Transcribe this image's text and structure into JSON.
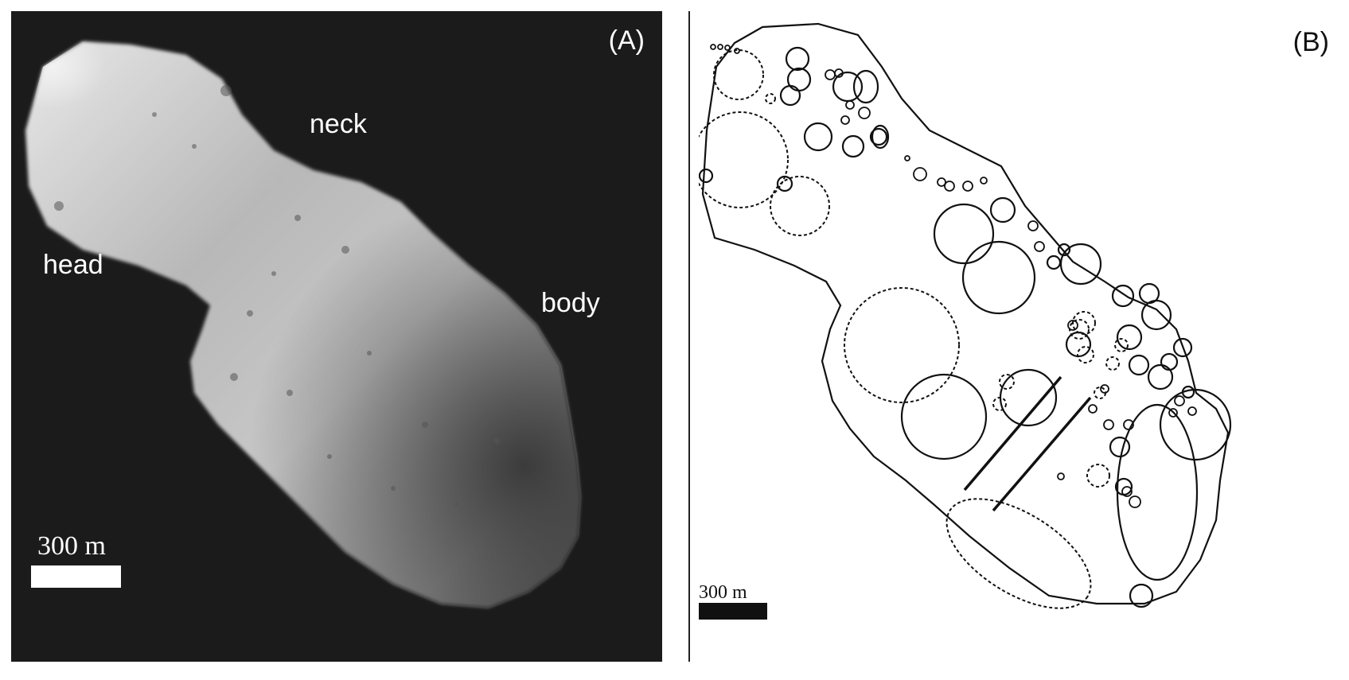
{
  "panel_a": {
    "letter": "(A)",
    "labels": {
      "head": "head",
      "neck": "neck",
      "body": "body"
    },
    "scale_label": "300 m"
  },
  "panel_b": {
    "letter": "(B)",
    "scale_label": "300 m"
  },
  "colors": {
    "background_a": "#1b1b1b",
    "nucleus_light": "#e6e6e6",
    "nucleus_mid": "#9a9a9a",
    "outline": "#111111"
  }
}
